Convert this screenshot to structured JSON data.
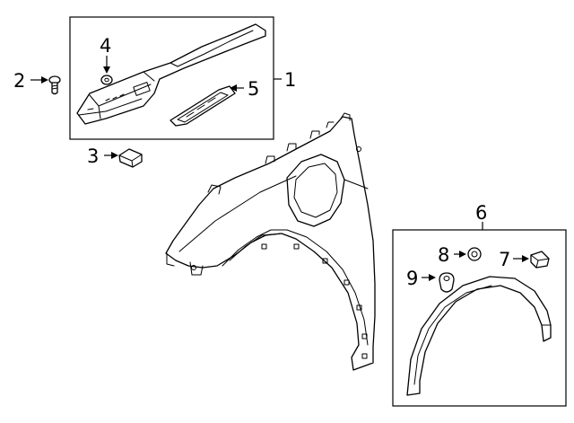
{
  "callouts": {
    "c1": "1",
    "c2": "2",
    "c3": "3",
    "c4": "4",
    "c5": "5",
    "c6": "6",
    "c7": "7",
    "c8": "8",
    "c9": "9"
  },
  "parts": [
    {
      "callout": "1",
      "icon": "sill-trim-assembly-icon"
    },
    {
      "callout": "2",
      "icon": "bolt-icon"
    },
    {
      "callout": "3",
      "icon": "clip-nut-icon"
    },
    {
      "callout": "4",
      "icon": "washer-icon"
    },
    {
      "callout": "5",
      "icon": "emblem-icon"
    },
    {
      "callout": "6",
      "icon": "wheel-opening-molding-icon"
    },
    {
      "callout": "7",
      "icon": "clip-icon"
    },
    {
      "callout": "8",
      "icon": "retainer-icon"
    },
    {
      "callout": "9",
      "icon": "push-retainer-icon"
    }
  ],
  "colors": {
    "line": "#000000",
    "background": "#ffffff"
  }
}
